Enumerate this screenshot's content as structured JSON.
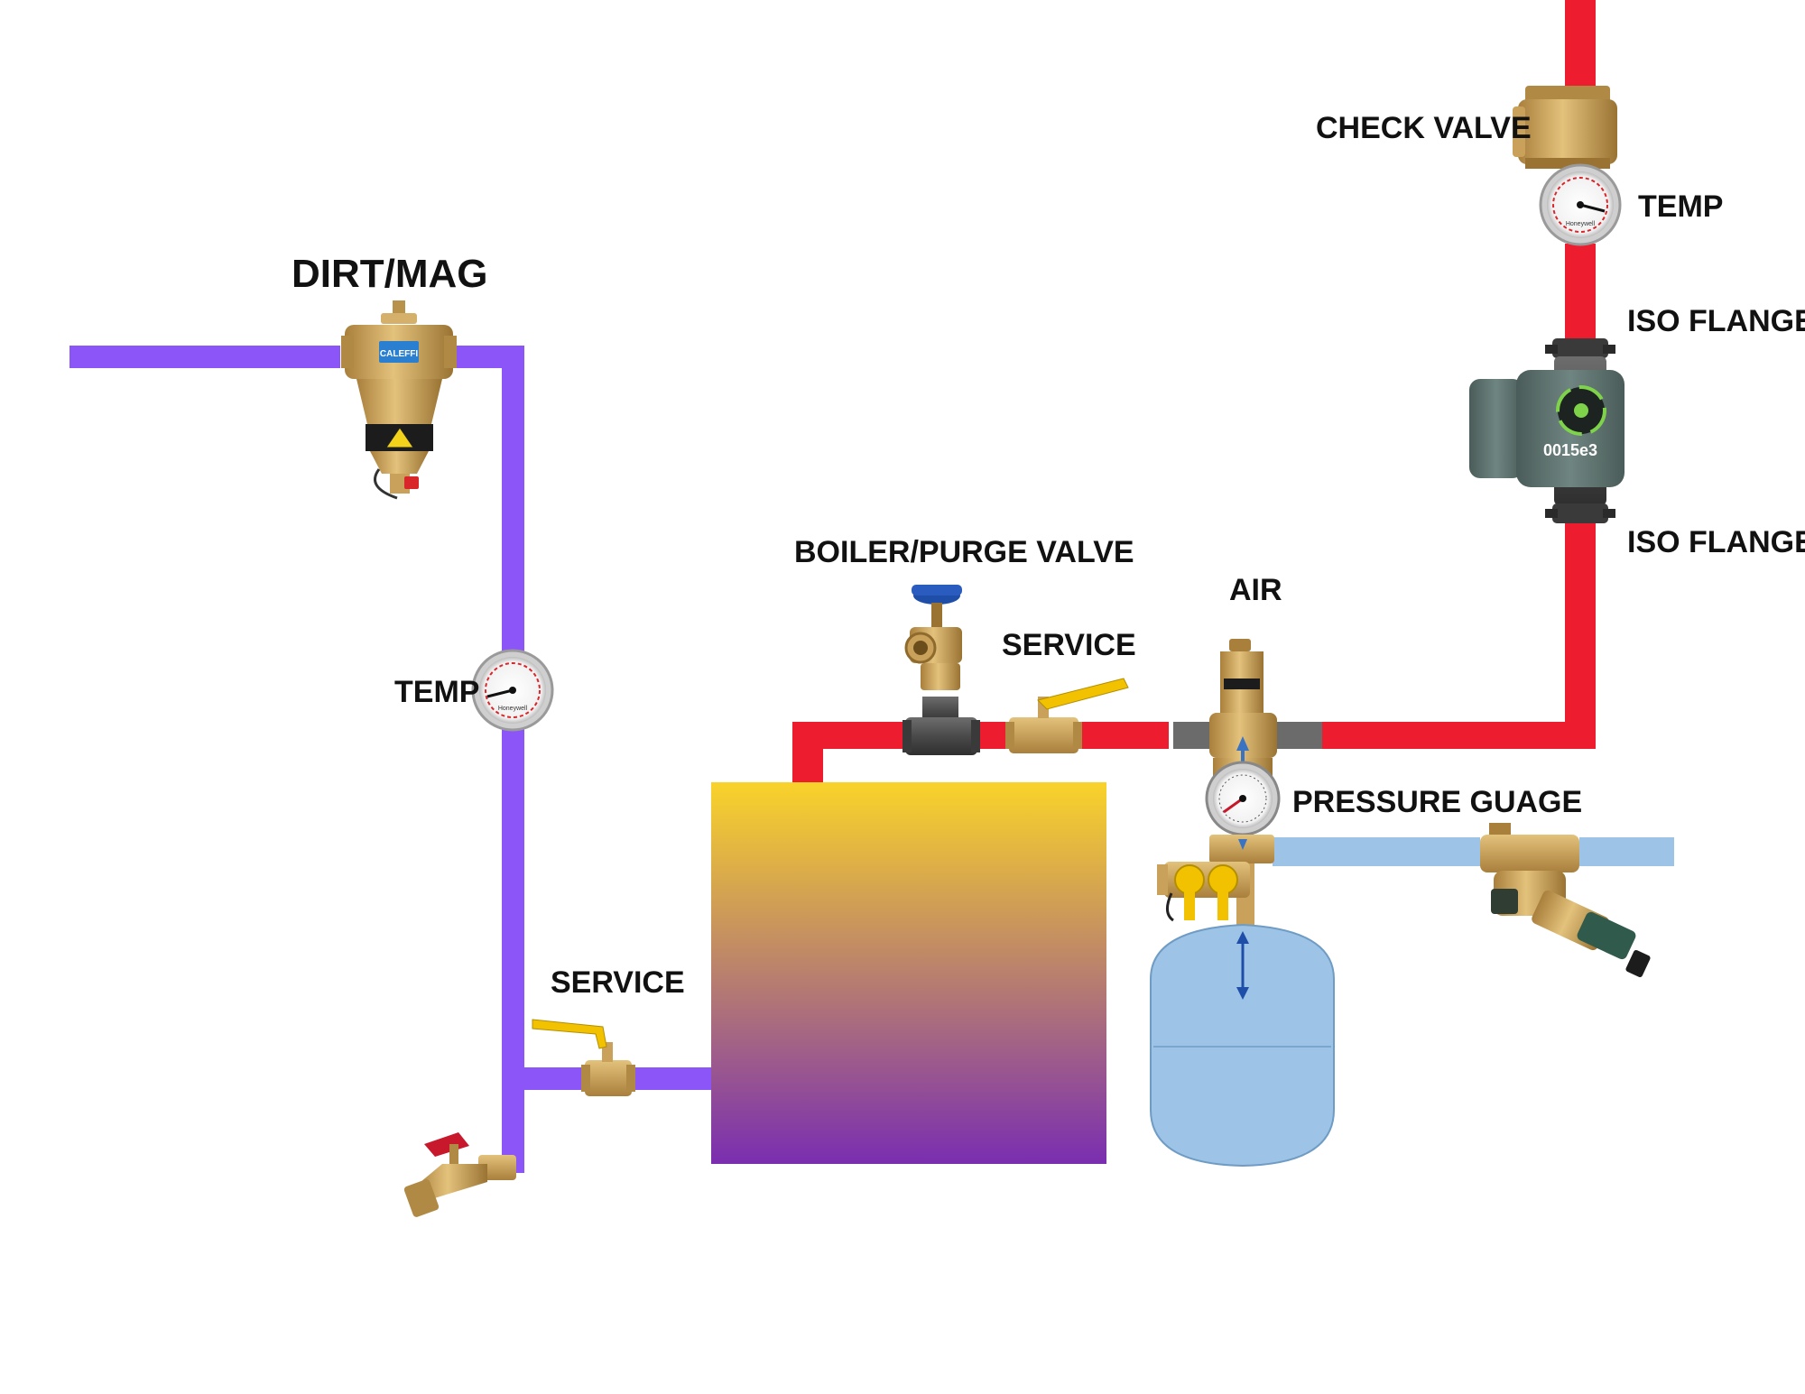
{
  "labels": {
    "dirt_mag": "DIRT/MAG",
    "temp_left": "TEMP",
    "service_bottom": "SERVICE",
    "boiler_purge_valve": "BOILER/PURGE VALVE",
    "service_top": "SERVICE",
    "air": "AIR",
    "pressure_gauge": "PRESSURE GUAGE",
    "check_valve": "CHECK VALVE",
    "temp_right": "TEMP",
    "iso_flange_top": "ISO FLANGE",
    "iso_flange_bottom": "ISO FLANGE"
  },
  "device_text": {
    "separator_brand": "CALEFFI",
    "pump_model": "0015e3",
    "gauge_brand": "Honeywell"
  },
  "colors": {
    "return_pipe": "#8b55f7",
    "supply_pipe": "#ed1c2e",
    "cold_water_pipe": "#9dc3e6",
    "boiler_top": "#f9d32a",
    "boiler_bottom": "#7a2eb0",
    "brass": "#c9a15a",
    "valve_handle": "#f2c200",
    "expansion_tank": "#9dc3e6",
    "pump_body": "#5a6e6a"
  }
}
